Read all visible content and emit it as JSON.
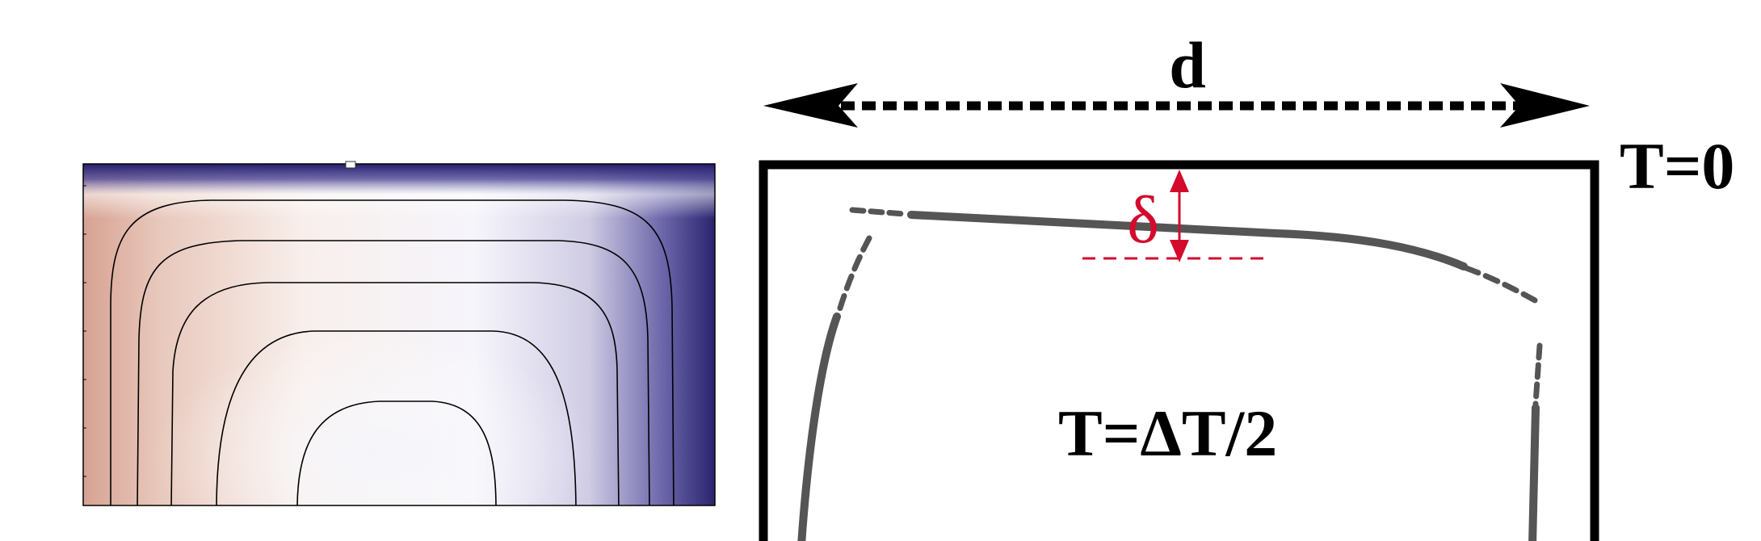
{
  "diagram": {
    "width_label": "d",
    "top_boundary_label": "T=0",
    "interior_label": "T=ΔT/2",
    "boundary_layer_label": "δ",
    "colors": {
      "cold": "#1f1a6b",
      "warm": "#d9a596",
      "neutral": "#ffffff",
      "boundary_layer_curve": "#555555",
      "delta_marker": "#d40a2d",
      "frame": "#000000"
    }
  }
}
